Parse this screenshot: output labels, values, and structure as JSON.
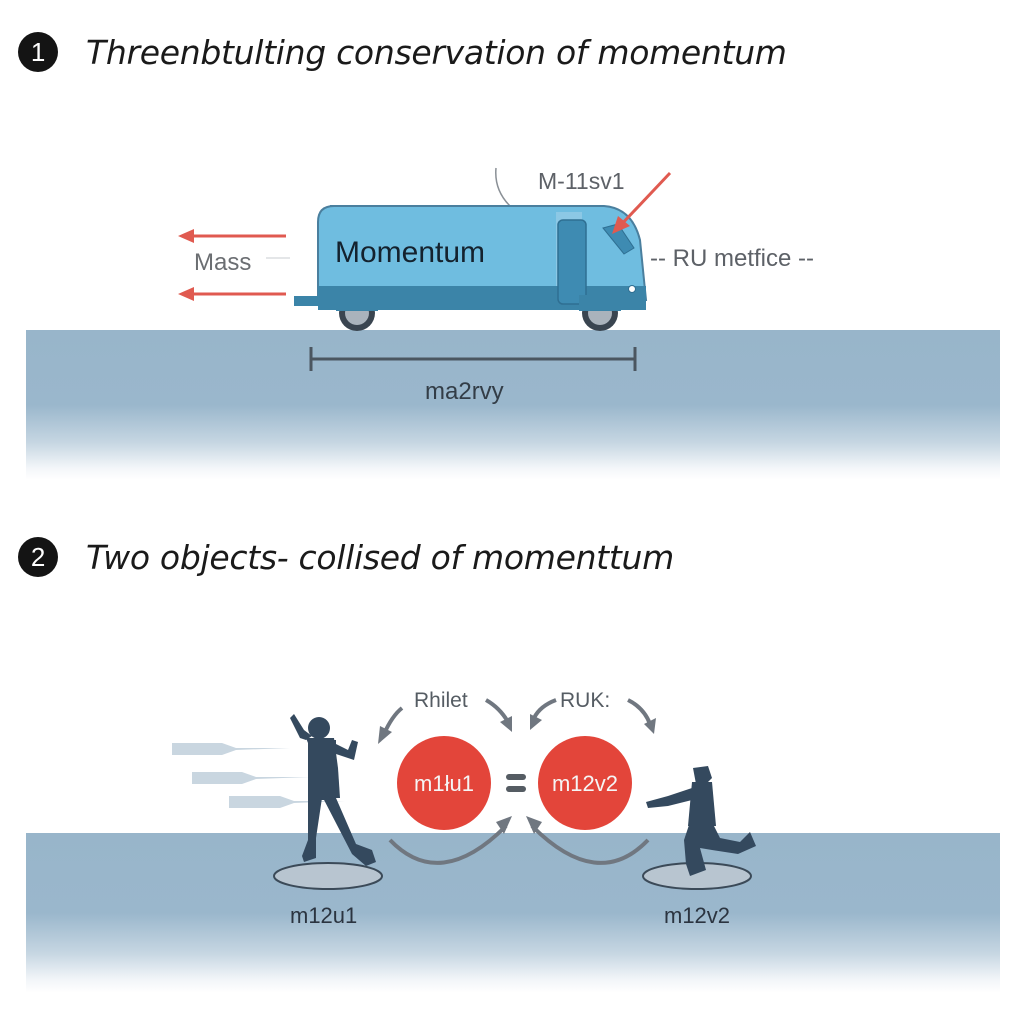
{
  "section1": {
    "number": "1",
    "title": "Threenbtulting conservation of momentum",
    "vehicle_label": "Momentum",
    "left_label": "Mass",
    "top_label": "M-11sv1",
    "right_label": "-- RU metfice --",
    "span_label": "ma2rvy"
  },
  "section2": {
    "number": "2",
    "title": "Two objects- collised of momenttum",
    "left_circle_label": "m1łu1",
    "right_circle_label": "m12v2",
    "equals_sign": "=",
    "left_arc_label": "Rhilet",
    "right_arc_label": "RUK:",
    "left_figure_label": "m12u1",
    "right_figure_label": "m12v2"
  },
  "colors": {
    "vehicle_body": "#6fbde0",
    "vehicle_base": "#3b84a8",
    "arrow_red": "#e05a50",
    "circle_red": "#e3453a",
    "ground": "#98b5ca",
    "silhouette": "#34495e"
  }
}
